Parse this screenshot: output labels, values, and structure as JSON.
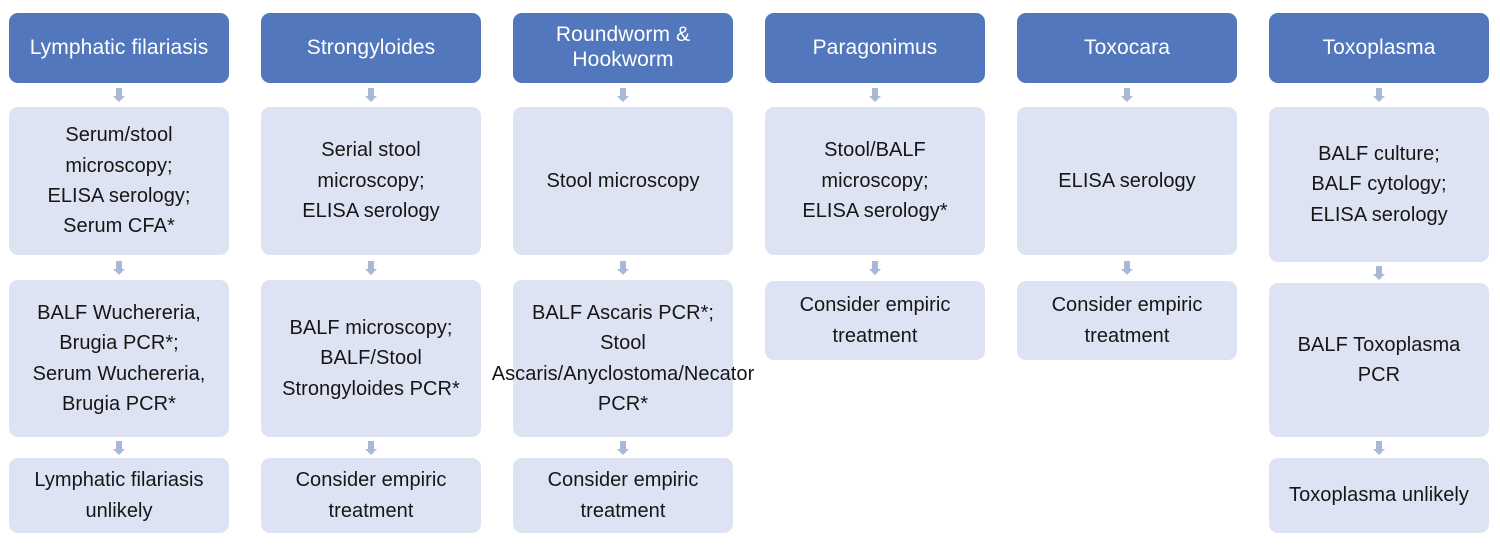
{
  "diagram": {
    "type": "flowchart",
    "orientation": "top-to-bottom columns",
    "colors": {
      "header_fill": "#5277bc",
      "header_text": "#ffffff",
      "step_fill": "#dde3f2",
      "step_text": "#161616",
      "arrow_fill": "#aab8d8",
      "background": "#ffffff"
    },
    "columns": [
      {
        "id": "lymphatic-filariasis",
        "header": "Lymphatic filariasis",
        "steps": [
          {
            "id": "lf-step-1",
            "lines": [
              "Serum/stool microscopy;",
              "ELISA serology;",
              "Serum CFA*"
            ]
          },
          {
            "id": "lf-step-2",
            "lines": [
              "BALF Wuchereria, Brugia PCR*;",
              "Serum Wuchereria, Brugia PCR*"
            ]
          },
          {
            "id": "lf-step-3",
            "lines": [
              "Lymphatic filariasis unlikely"
            ]
          }
        ]
      },
      {
        "id": "strongyloides",
        "header": "Strongyloides",
        "steps": [
          {
            "id": "st-step-1",
            "lines": [
              "Serial stool microscopy;",
              "ELISA serology"
            ]
          },
          {
            "id": "st-step-2",
            "lines": [
              "BALF microscopy;",
              "BALF/Stool Strongyloides PCR*"
            ]
          },
          {
            "id": "st-step-3",
            "lines": [
              "Consider empiric treatment"
            ]
          }
        ]
      },
      {
        "id": "roundworm-hookworm",
        "header": "Roundworm & Hookworm",
        "steps": [
          {
            "id": "rh-step-1",
            "lines": [
              "Stool microscopy"
            ]
          },
          {
            "id": "rh-step-2",
            "lines": [
              "BALF Ascaris PCR*;",
              "Stool Ascaris/Anyclostoma/Necator PCR*"
            ]
          },
          {
            "id": "rh-step-3",
            "lines": [
              "Consider empiric treatment"
            ]
          }
        ]
      },
      {
        "id": "paragonimus",
        "header": "Paragonimus",
        "steps": [
          {
            "id": "pa-step-1",
            "lines": [
              "Stool/BALF microscopy;",
              "ELISA serology*"
            ]
          },
          {
            "id": "pa-step-2",
            "lines": [
              "Consider empiric treatment"
            ]
          }
        ]
      },
      {
        "id": "toxocara",
        "header": "Toxocara",
        "steps": [
          {
            "id": "tc-step-1",
            "lines": [
              "ELISA serology"
            ]
          },
          {
            "id": "tc-step-2",
            "lines": [
              "Consider empiric treatment"
            ]
          }
        ]
      },
      {
        "id": "toxoplasma",
        "header": "Toxoplasma",
        "steps": [
          {
            "id": "tp-step-1",
            "lines": [
              "BALF culture;",
              "BALF cytology;",
              "ELISA serology"
            ]
          },
          {
            "id": "tp-step-2",
            "lines": [
              "BALF Toxoplasma PCR"
            ]
          },
          {
            "id": "tp-step-3",
            "lines": [
              "Toxoplasma unlikely"
            ]
          }
        ]
      }
    ]
  }
}
